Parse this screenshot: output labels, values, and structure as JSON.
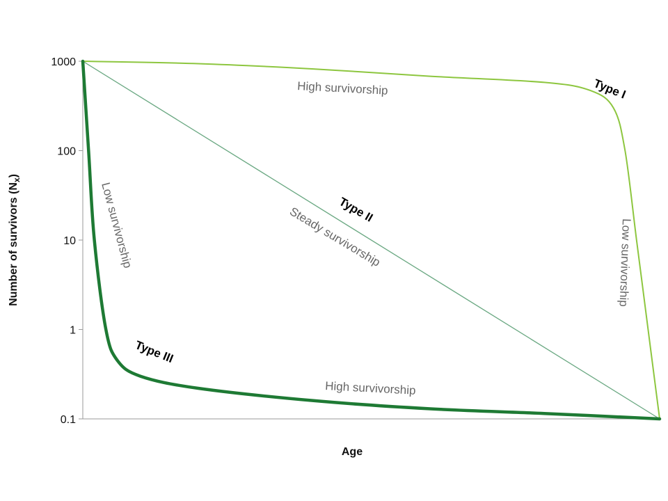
{
  "chart_data": {
    "type": "line",
    "xlabel": "Age",
    "ylabel": "Number of survivors (N",
    "ylabel_subscript": "x",
    "ylabel_suffix": ")",
    "yscale": "log",
    "ylim": [
      0.1,
      1000
    ],
    "xlim": [
      0,
      1
    ],
    "yticks": [
      "1000",
      "100",
      "10",
      "1",
      "0.1"
    ],
    "ytick_values": [
      1000,
      100,
      10,
      1,
      0.1
    ],
    "series": [
      {
        "name": "Type I",
        "color": "#8dc63f",
        "points": [
          [
            0,
            1000
          ],
          [
            0.2,
            940
          ],
          [
            0.4,
            820
          ],
          [
            0.6,
            680
          ],
          [
            0.8,
            580
          ],
          [
            0.88,
            470
          ],
          [
            0.92,
            300
          ],
          [
            0.94,
            100
          ],
          [
            0.96,
            10
          ],
          [
            0.98,
            1
          ],
          [
            1.0,
            0.1
          ]
        ]
      },
      {
        "name": "Type II",
        "color": "#6aa882",
        "points": [
          [
            0,
            1000
          ],
          [
            1.0,
            0.1
          ]
        ]
      },
      {
        "name": "Type III",
        "color": "#1e7a34",
        "points": [
          [
            0,
            1000
          ],
          [
            0.01,
            100
          ],
          [
            0.02,
            10
          ],
          [
            0.04,
            1
          ],
          [
            0.06,
            0.45
          ],
          [
            0.1,
            0.3
          ],
          [
            0.2,
            0.22
          ],
          [
            0.4,
            0.16
          ],
          [
            0.6,
            0.13
          ],
          [
            0.8,
            0.115
          ],
          [
            1.0,
            0.1
          ]
        ]
      }
    ],
    "annotations": [
      {
        "text": "Type I",
        "kind": "series-label"
      },
      {
        "text": "Type II",
        "kind": "series-label"
      },
      {
        "text": "Type III",
        "kind": "series-label"
      },
      {
        "text": "High survivorship",
        "kind": "note"
      },
      {
        "text": "Low survivorship",
        "kind": "note"
      },
      {
        "text": "Steady survivorship",
        "kind": "note"
      },
      {
        "text": "Low survivorship",
        "kind": "note"
      },
      {
        "text": "High survivorship",
        "kind": "note"
      }
    ]
  }
}
